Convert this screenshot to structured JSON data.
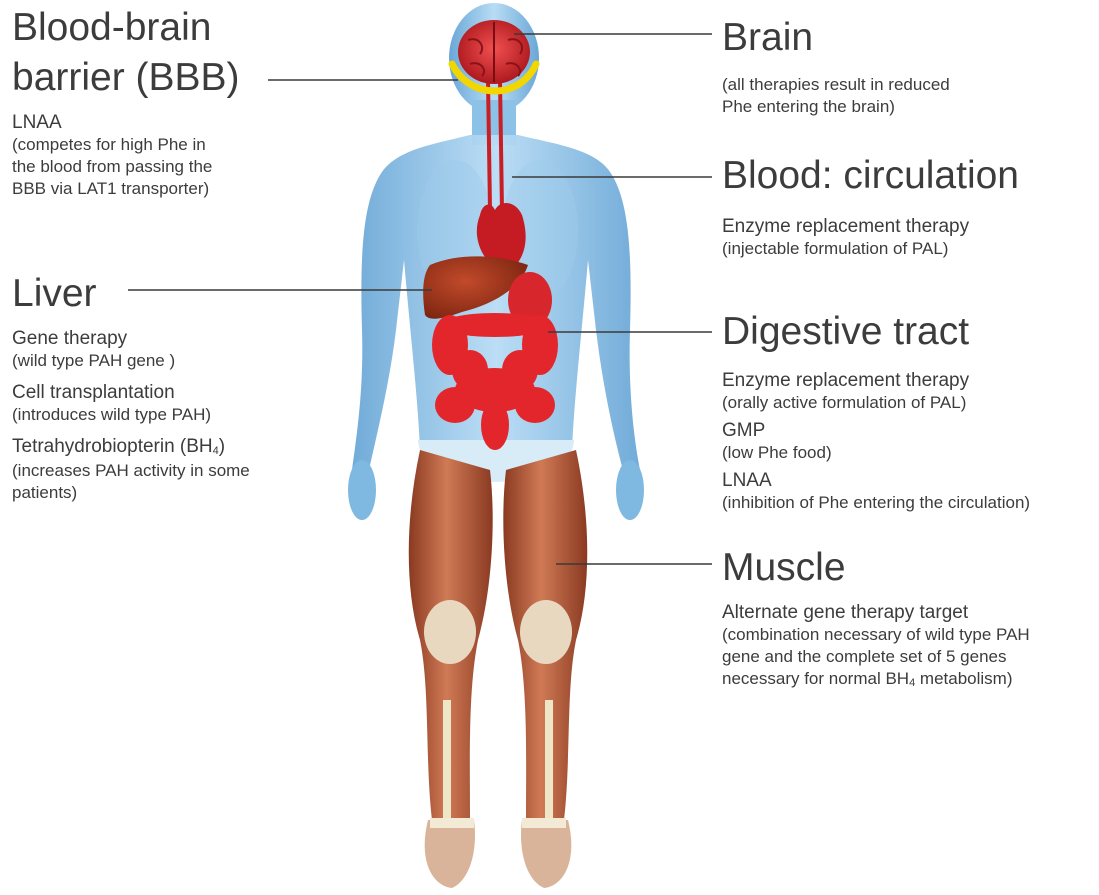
{
  "bbb": {
    "title_line1": "Blood-brain",
    "title_line2": "barrier (BBB)",
    "item": "LNAA",
    "note_line1": "(competes for high Phe in",
    "note_line2": "the blood from passing the",
    "note_line3": "BBB via LAT1 transporter)"
  },
  "liver": {
    "title": "Liver",
    "item1": "Gene therapy",
    "note1": "(wild type PAH gene )",
    "item2": "Cell transplantation",
    "note2": "(introduces wild type PAH)",
    "item3_prefix": "Tetrahydrobiopterin (BH",
    "item3_sub": "4",
    "item3_suffix": ")",
    "note3_line1": "(increases PAH activity in some",
    "note3_line2": "patients)"
  },
  "brain": {
    "title": "Brain",
    "note_line1": "(all therapies result in reduced",
    "note_line2": "Phe entering the brain)"
  },
  "blood": {
    "title": "Blood: circulation",
    "item": "Enzyme replacement therapy",
    "note": "(injectable formulation of PAL)"
  },
  "digestive": {
    "title": "Digestive tract",
    "item1": "Enzyme replacement therapy",
    "note1": "(orally active formulation of PAL)",
    "item2": "GMP",
    "note2": "(low Phe food)",
    "item3": "LNAA",
    "note3": "(inhibition of Phe entering the circulation)"
  },
  "muscle": {
    "title": "Muscle",
    "item": "Alternate gene therapy target",
    "note_line1": "(combination necessary of wild type PAH",
    "note_line2": "gene and the complete set of 5 genes",
    "note_line3_prefix": "necessary for normal BH",
    "note_line3_sub": "4",
    "note_line3_suffix": " metabolism)"
  },
  "colors": {
    "body_blue": "#7fb8e0",
    "organ_red": "#d9242a",
    "muscle_brown": "#b5603e",
    "bbb_yellow": "#f2d600",
    "leader_line": "#3a3a3a"
  }
}
